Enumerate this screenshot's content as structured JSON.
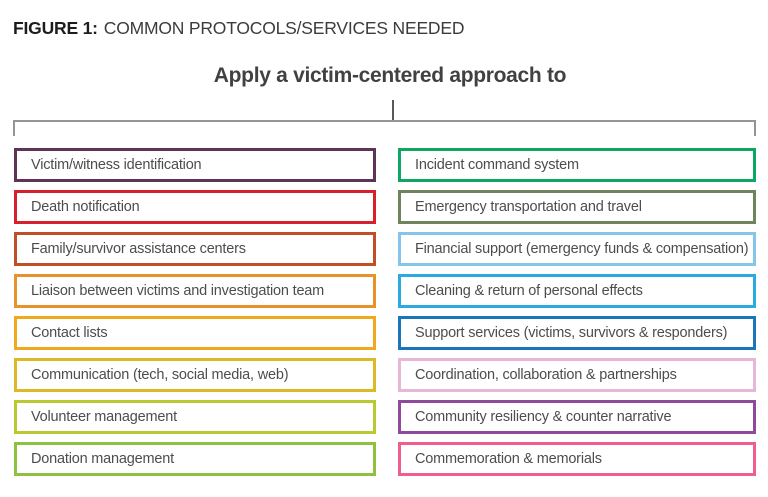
{
  "header": {
    "figure_label": "FIGURE 1:",
    "figure_title": "COMMON PROTOCOLS/SERVICES NEEDED"
  },
  "diagram": {
    "heading": "Apply a victim-centered approach to",
    "connector_color": "#58595b",
    "bracket_color": "#939598",
    "left_column": {
      "items": [
        {
          "label": "Victim/witness identification",
          "border_color": "#5d3357"
        },
        {
          "label": "Death notification",
          "border_color": "#d71f2d"
        },
        {
          "label": "Family/survivor assistance centers",
          "border_color": "#c04e27"
        },
        {
          "label": "Liaison between victims and investigation team",
          "border_color": "#e8922b"
        },
        {
          "label": "Contact lists",
          "border_color": "#f0a81e"
        },
        {
          "label": "Communication (tech, social media, web)",
          "border_color": "#ddb927"
        },
        {
          "label": "Volunteer management",
          "border_color": "#b8c931"
        },
        {
          "label": "Donation management",
          "border_color": "#8fc140"
        }
      ]
    },
    "right_column": {
      "items": [
        {
          "label": "Incident command system",
          "border_color": "#0ca763"
        },
        {
          "label": "Emergency transportation and travel",
          "border_color": "#6f835c"
        },
        {
          "label": "Financial support (emergency funds & compensation)",
          "border_color": "#85c5ec"
        },
        {
          "label": "Cleaning & return of personal effects",
          "border_color": "#29abe2"
        },
        {
          "label": "Support services (victims, survivors & responders)",
          "border_color": "#1b75bb"
        },
        {
          "label": "Coordination, collaboration & partnerships",
          "border_color": "#e7b7d7"
        },
        {
          "label": "Community resiliency & counter narrative",
          "border_color": "#8f4a9b"
        },
        {
          "label": "Commemoration & memorials",
          "border_color": "#ef5e8c"
        }
      ]
    }
  }
}
